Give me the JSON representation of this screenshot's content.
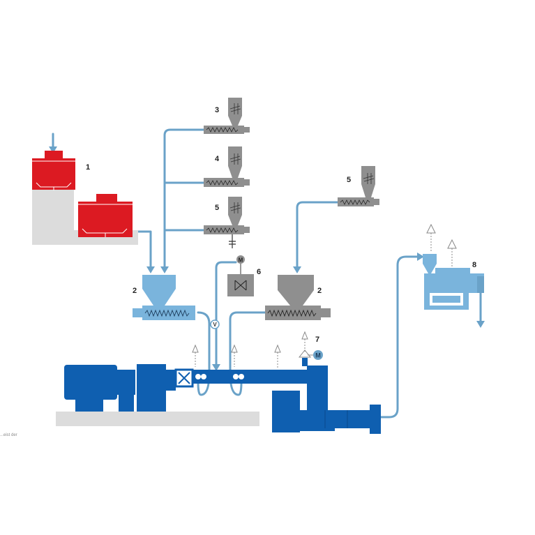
{
  "labels": {
    "l1": "1",
    "l2_left": "2",
    "l2_right": "2",
    "l3": "3",
    "l4": "4",
    "l5_left": "5",
    "l5_right": "5",
    "l6": "6",
    "l7": "7",
    "l8": "8"
  },
  "motor_symbols": {
    "m6": "M",
    "m7": "M",
    "v": "V"
  },
  "edge_fragment": "...eist der",
  "colors": {
    "pipe": "#6aa2c8",
    "red": "#dc1a22",
    "gray_unit": "#8f8f8f",
    "platform": "#dcdcdc",
    "extruder_blue": "#0f5fb0",
    "light_blue": "#7ab4dc"
  }
}
